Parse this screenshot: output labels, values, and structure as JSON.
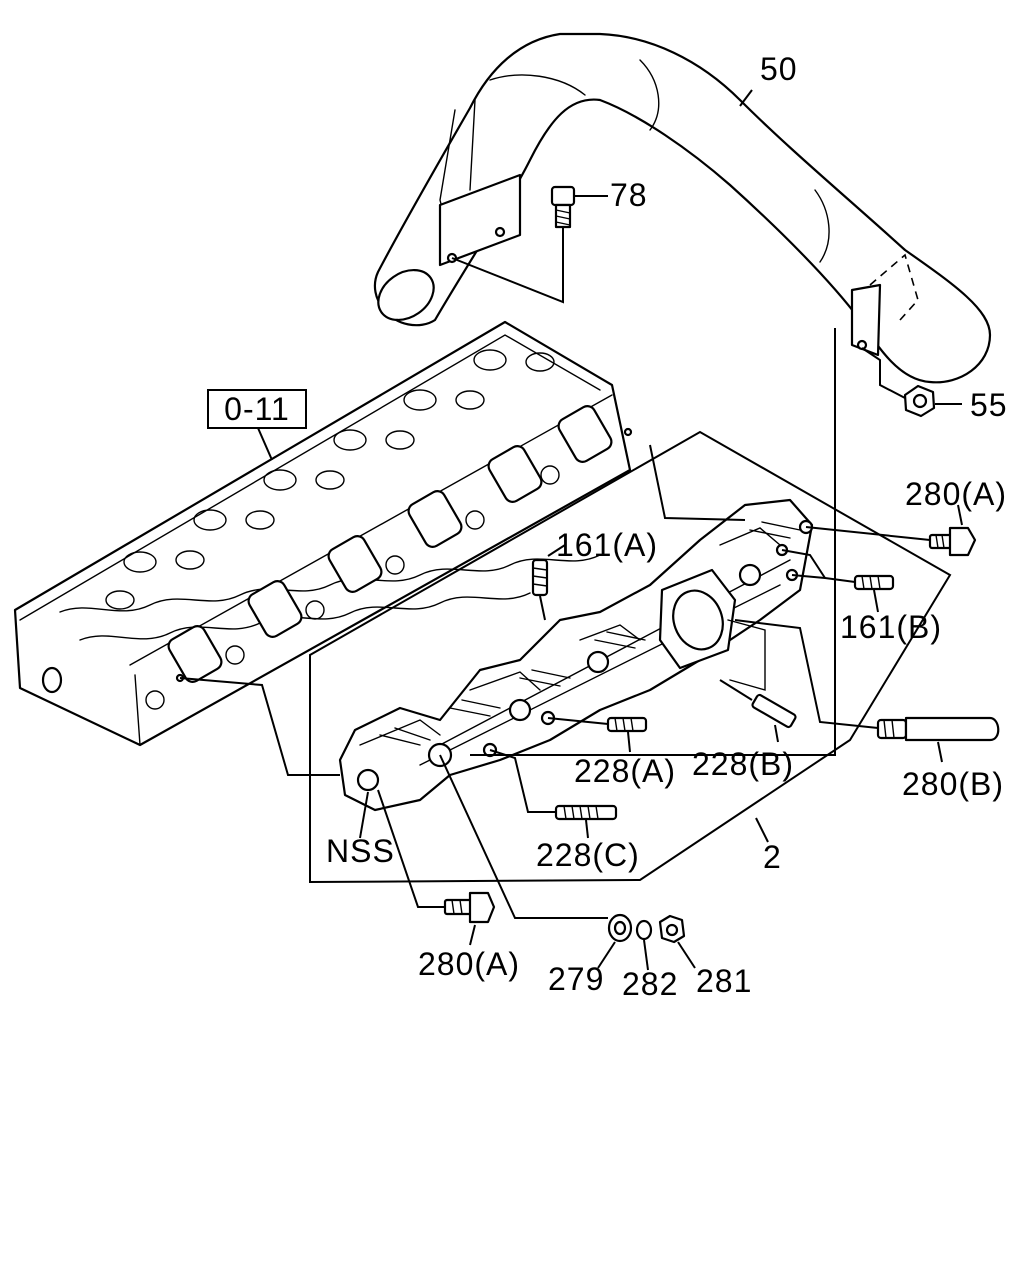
{
  "ref_box": "0-11",
  "labels": {
    "l50": "50",
    "l78": "78",
    "l55": "55",
    "l280a_top": "280(A)",
    "l161a": "161(A)",
    "l161b": "161(B)",
    "l228a": "228(A)",
    "l228b": "228(B)",
    "l280b": "280(B)",
    "l228c": "228(C)",
    "l2": "2",
    "lnss": "NSS",
    "l280a_bot": "280(A)",
    "l279": "279",
    "l282": "282",
    "l281": "281"
  }
}
